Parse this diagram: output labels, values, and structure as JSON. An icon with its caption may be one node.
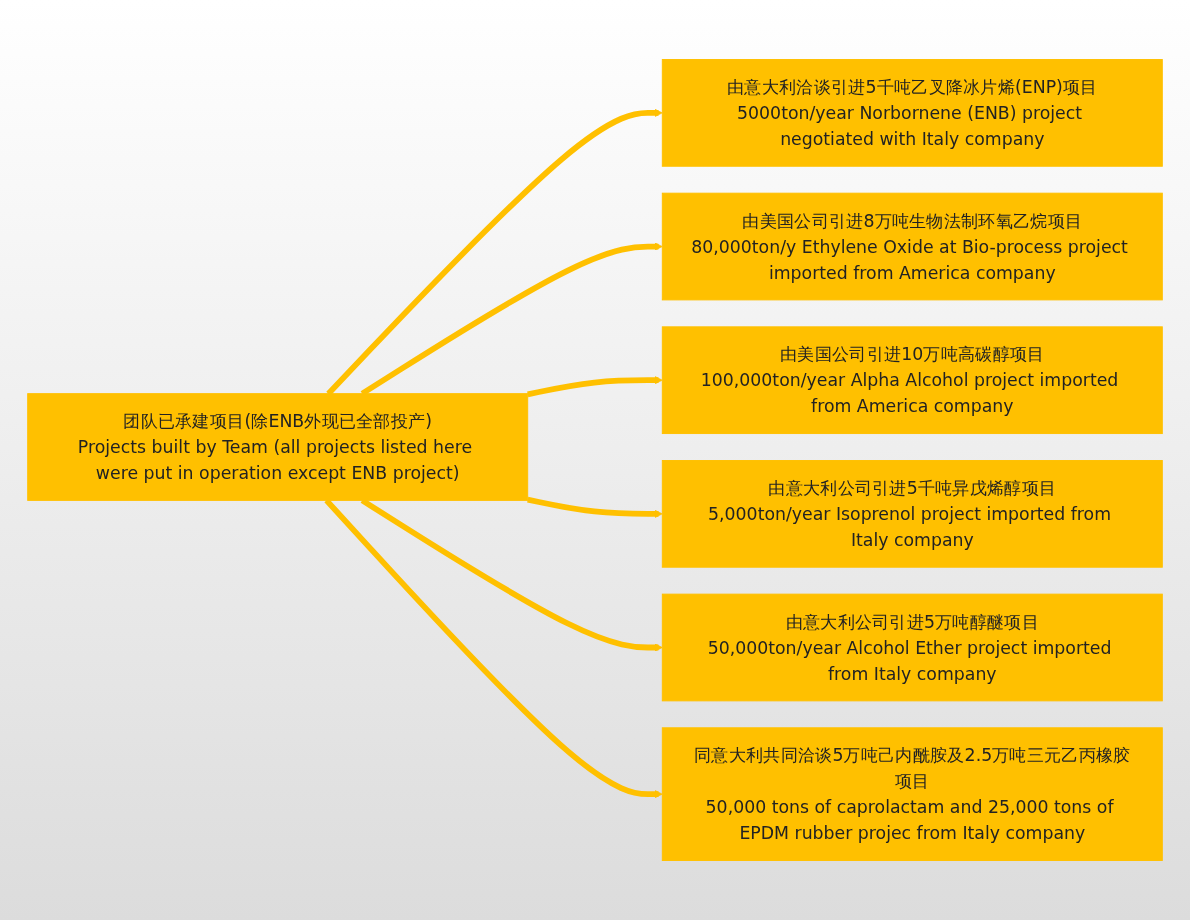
{
  "diagram": {
    "nodes": [
      {
        "text": [
          "由意大利洽谈引进5千吨乙叉降冰片烯(ENP)项目",
          "5000ton/year Norbornene (ENB) project negotiated with Italy company"
        ]
      },
      {
        "text": [
          "由美国公司引进8万吨生物法制环氧乙烷项目",
          "80,000ton/y Ethylene Oxide at Bio-process project imported from America company"
        ]
      },
      {
        "text": [
          "由美国公司引进10万吨高碳醇项目",
          "100,000ton/year Alpha Alcohol project imported from America company"
        ]
      },
      {
        "text": [
          "团队已承建项目(除ENB外现已全部投产)",
          "Projects built by Team (all projects listed here were put in operation except ENB project)"
        ]
      },
      {
        "text": [
          "由意大利公司引进5千吨异戊烯醇项目",
          "5,000ton/year Isoprenol project imported from Italy company"
        ]
      },
      {
        "text": [
          "由意大利公司引进5万吨醇醚项目",
          "50,000ton/year Alcohol Ether project imported from Italy company"
        ]
      },
      {
        "text": [
          "同意大利共同洽谈5万吨己内酰胺及2.5万吨三元乙丙橡胶项目",
          "50,000 tons of caprolactam and 25,000 tons of EPDM rubber projec from Italy company"
        ]
      }
    ],
    "edges": [
      {
        "from": 3,
        "to": 0,
        "arrow": "to"
      },
      {
        "from": 3,
        "to": 1,
        "arrow": "to"
      },
      {
        "from": 3,
        "to": 2,
        "arrow": "to"
      },
      {
        "from": 3,
        "to": 4,
        "arrow": "to"
      },
      {
        "from": 3,
        "to": 5,
        "arrow": "to"
      },
      {
        "from": 3,
        "to": 6,
        "arrow": "to"
      }
    ]
  }
}
